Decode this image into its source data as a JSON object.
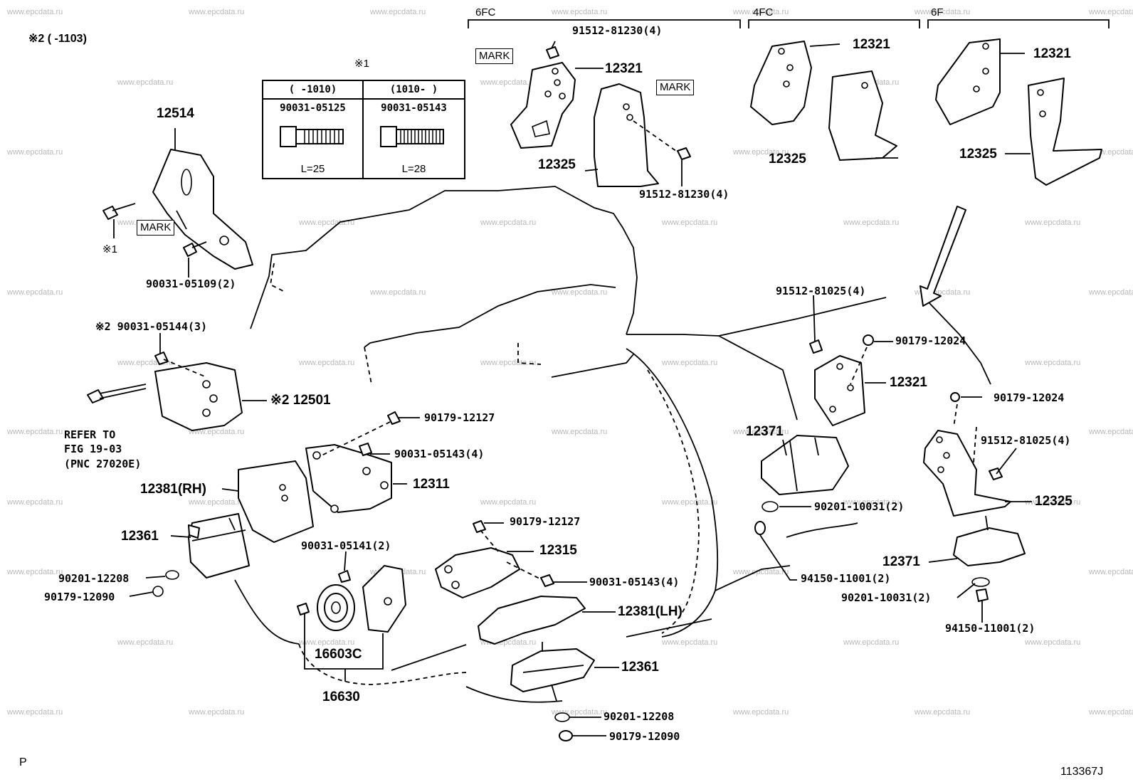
{
  "watermark": "www.epcdata.ru",
  "header_note": "※2 (      -1103)",
  "footer": {
    "left_code": "P",
    "diagram_number": "113367J"
  },
  "variants": [
    "6FC",
    "4FC",
    "6F"
  ],
  "mark_label": "MARK",
  "note_ref_1": "※1",
  "refer_note": [
    "REFER TO",
    "FIG 19-03",
    "(PNC 27020E)"
  ],
  "bolt_table": {
    "columns": [
      {
        "header": "(    -1010)",
        "part": "90031-05125",
        "length": "L=25"
      },
      {
        "header": "(1010-     )",
        "part": "90031-05143",
        "length": "L=28"
      }
    ]
  },
  "labels": {
    "p12514": "12514",
    "p90031_05109": "90031-05109(2)",
    "p90031_05144": "※2 90031-05144(3)",
    "p12501": "※2 12501",
    "p90179_12127_a": "90179-12127",
    "p90031_05143_a": "90031-05143(4)",
    "p12311": "12311",
    "p12381rh": "12381(RH)",
    "p12361_a": "12361",
    "p90201_12208_a": "90201-12208",
    "p90179_12090_a": "90179-12090",
    "p90031_05141": "90031-05141(2)",
    "p16603c": "16603C",
    "p16630": "16630",
    "p90179_12127_b": "90179-12127",
    "p12315": "12315",
    "p90031_05143_b": "90031-05143(4)",
    "p12381lh": "12381(LH)",
    "p12361_b": "12361",
    "p90201_12208_b": "90201-12208",
    "p90179_12090_b": "90179-12090",
    "p91512_81230_top": "91512-81230(4)",
    "p12321_6fc": "12321",
    "p12325_6fc": "12325",
    "p91512_81230_bot": "91512-81230(4)",
    "p12321_4fc": "12321",
    "p12325_4fc": "12325",
    "p12321_6f": "12321",
    "p12325_6f": "12325",
    "p91512_81025_a": "91512-81025(4)",
    "p90179_12024_a": "90179-12024",
    "p12321_r": "12321",
    "p12371_a": "12371",
    "p90201_10031_a": "90201-10031(2)",
    "p94150_11001_a": "94150-11001(2)",
    "p90179_12024_b": "90179-12024",
    "p91512_81025_b": "91512-81025(4)",
    "p12325_r": "12325",
    "p12371_b": "12371",
    "p90201_10031_b": "90201-10031(2)",
    "p94150_11001_b": "94150-11001(2)"
  }
}
